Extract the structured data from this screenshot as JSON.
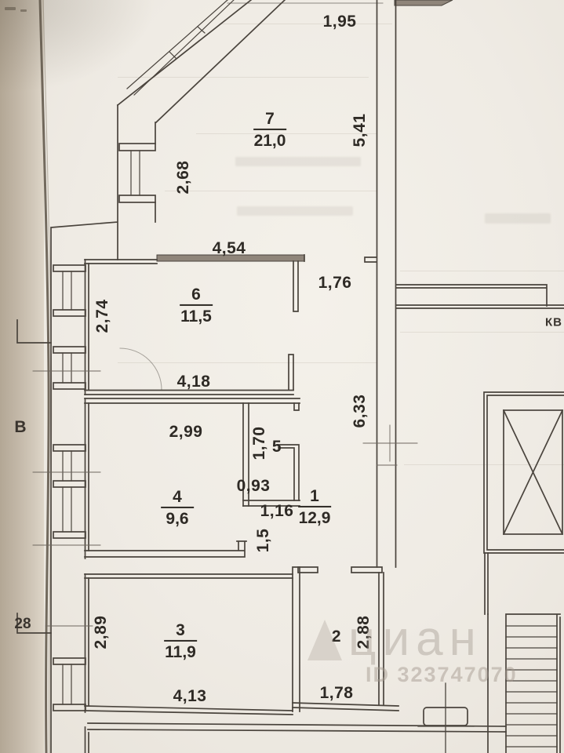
{
  "plan": {
    "rooms": [
      {
        "number": "7",
        "area": "21,0"
      },
      {
        "number": "6",
        "area": "11,5"
      },
      {
        "number": "5",
        "area": ""
      },
      {
        "number": "4",
        "area": "9,6"
      },
      {
        "number": "3",
        "area": "11,9"
      },
      {
        "number": "2",
        "area": ""
      },
      {
        "number": "1",
        "area": "12,9"
      }
    ],
    "dimensions": {
      "d195": "1,95",
      "d541": "5,41",
      "d268": "2,68",
      "d454": "4,54",
      "d176": "1,76",
      "d274": "2,74",
      "d418": "4,18",
      "d633": "6,33",
      "d299": "2,99",
      "d170": "1,70",
      "d093": "0,93",
      "d116": "1,16",
      "d15": "1,5",
      "d289": "2,89",
      "d288": "2,88",
      "d413": "4,13",
      "d178": "1,78"
    },
    "axis_labels": {
      "left_mid": "В",
      "left_bottom": "28",
      "right": "КВ"
    }
  },
  "watermark": {
    "brand": "циан",
    "id": "ID 323747070"
  },
  "colors": {
    "wall": "#4a443d",
    "thick_wall_fill": "#8f857a",
    "paper": "#f1ede6"
  }
}
